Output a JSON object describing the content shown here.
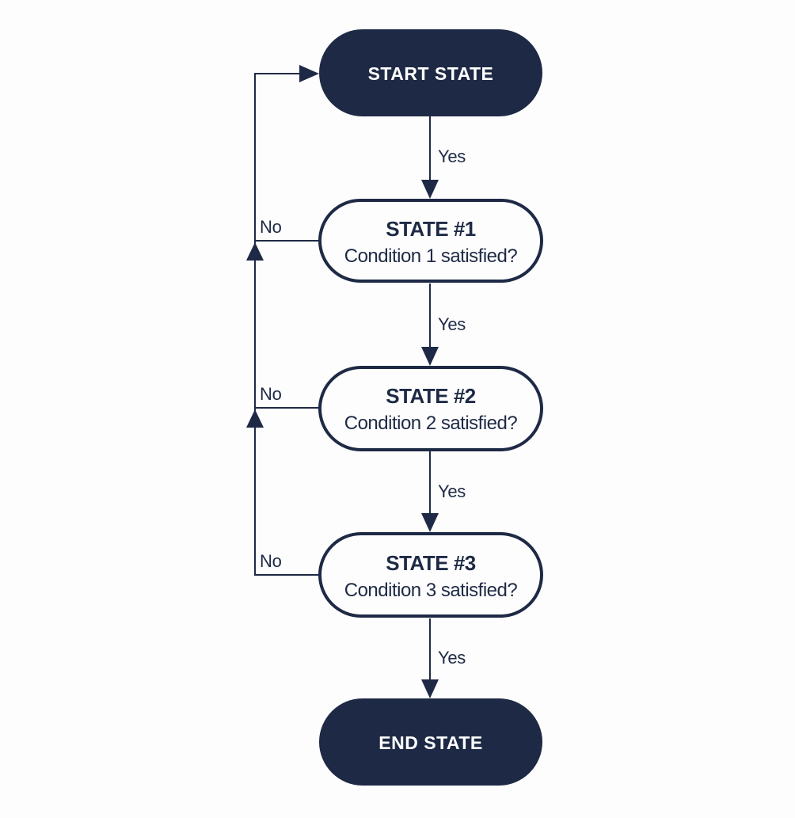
{
  "colors": {
    "navy": "#1e2a45",
    "background": "#fdfdfd",
    "node_fill": "#fdfdfd",
    "text_on_dark": "#ffffff"
  },
  "nodes": [
    {
      "label": "START STATE"
    },
    {
      "title": "STATE #1",
      "subtitle": "Condition 1 satisfied?"
    },
    {
      "title": "STATE #2",
      "subtitle": "Condition 2 satisfied?"
    },
    {
      "title": "STATE #3",
      "subtitle": "Condition 3 satisfied?"
    },
    {
      "label": "END STATE"
    }
  ],
  "edge_labels": {
    "yes": [
      "Yes",
      "Yes",
      "Yes",
      "Yes"
    ],
    "no": [
      "No",
      "No",
      "No"
    ]
  }
}
